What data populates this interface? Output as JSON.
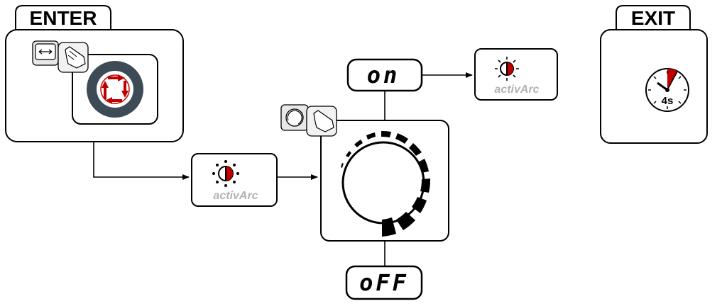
{
  "diagram": {
    "enter_label": "ENTER",
    "exit_label": "EXIT",
    "display_on": "on",
    "display_off": "oFF",
    "activarc_label_main": "activArc",
    "activarc_label_on": "activArc",
    "timer_label": "4s",
    "icons": {
      "select": "horizontal-arrows-icon",
      "press": "hand-press-icon",
      "mode_button": "rotating-arrows-button-icon",
      "rotary": "rotary-knob-icon",
      "activarc": "half-red-sun-icon",
      "timer": "stopwatch-icon"
    },
    "colors": {
      "accent_red": "#c00000",
      "dark_ring": "#3d4b56",
      "label_gray": "#b3b3b3"
    }
  }
}
